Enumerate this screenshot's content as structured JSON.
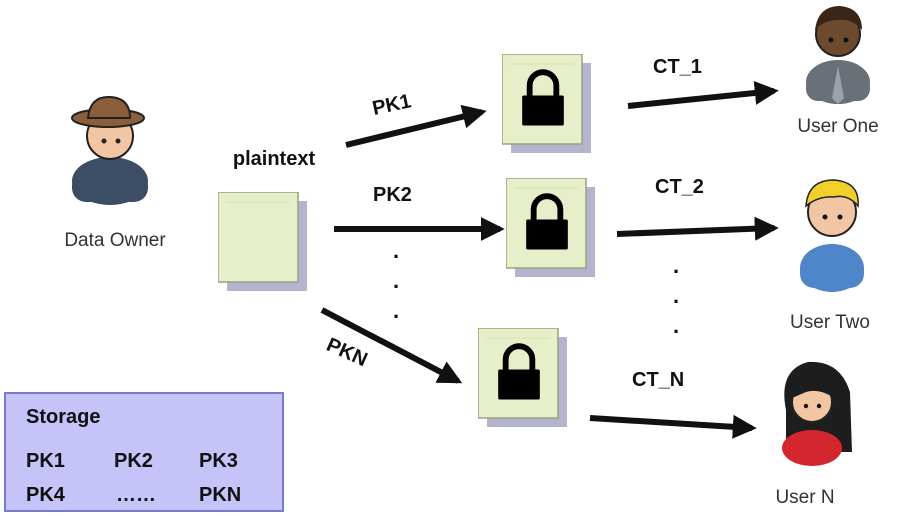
{
  "data_owner": {
    "label": "Data Owner"
  },
  "plaintext_label": "plaintext",
  "public_keys": [
    "PK1",
    "PK2",
    "PKN"
  ],
  "ciphertexts": [
    "CT_1",
    "CT_2",
    "CT_N"
  ],
  "users": [
    {
      "label": "User One"
    },
    {
      "label": "User Two"
    },
    {
      "label": "User N"
    }
  ],
  "ellipsis_dot": ".",
  "storage": {
    "title": "Storage",
    "keys": [
      "PK1",
      "PK2",
      "PK3",
      "PK4",
      "……",
      "PKN"
    ]
  },
  "colors": {
    "document_fill": "#e6efc9",
    "document_shadow": "#b4b4cf",
    "storage_fill": "#c5c3f7",
    "storage_border": "#7a78c9",
    "arrow": "#111111"
  }
}
